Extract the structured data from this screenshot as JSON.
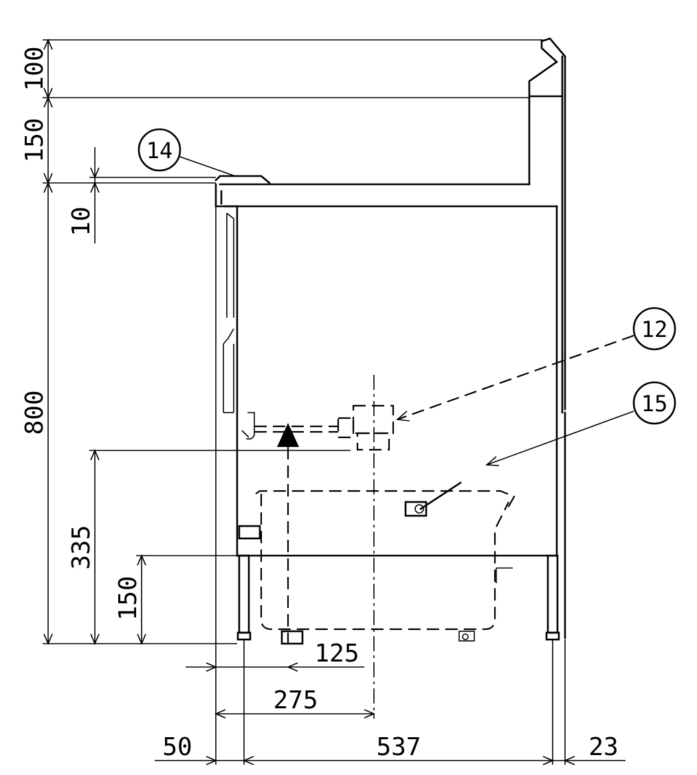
{
  "callouts": [
    {
      "id": "14"
    },
    {
      "id": "12"
    },
    {
      "id": "15"
    }
  ],
  "dimensions": {
    "vertical": [
      "100",
      "150",
      "10",
      "800",
      "335",
      "150"
    ],
    "horizontal": [
      "125",
      "275",
      "50",
      "537",
      "23"
    ]
  }
}
